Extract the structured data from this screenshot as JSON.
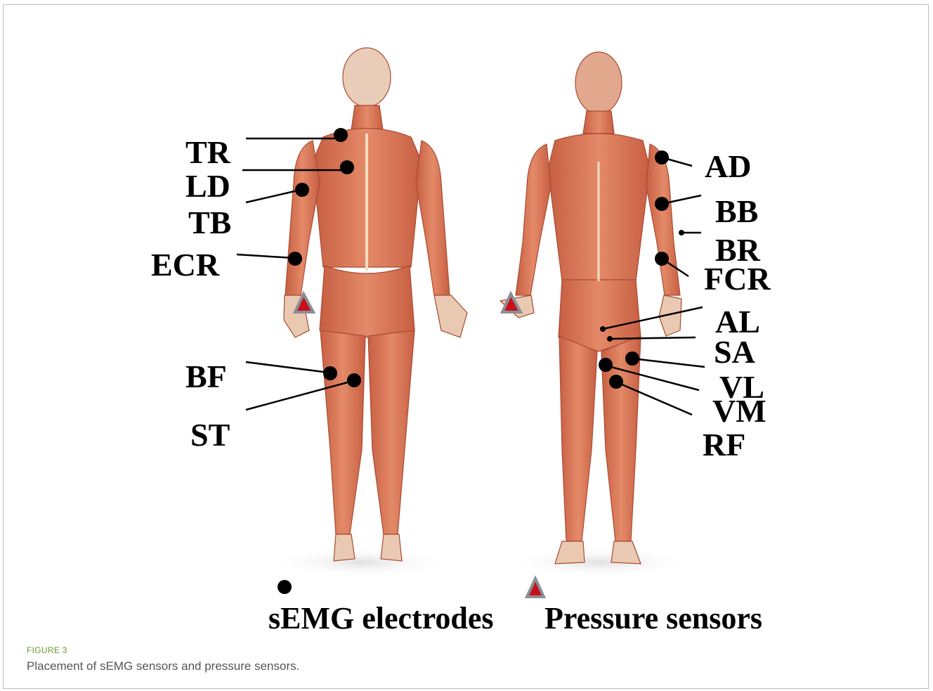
{
  "figure": {
    "label": "FIGURE 3",
    "caption": "Placement of sEMG sensors and pressure sensors."
  },
  "back_view": {
    "labels": [
      "TR",
      "LD",
      "TB",
      "ECR",
      "BF",
      "ST"
    ]
  },
  "front_view": {
    "labels": [
      "AD",
      "BB",
      "BR",
      "FCR",
      "AL",
      "SA",
      "VL",
      "VM",
      "RF"
    ]
  },
  "legend": {
    "electrodes": "sEMG electrodes",
    "pressure": "Pressure sensors"
  },
  "colors": {
    "muscle": "#d9785a",
    "muscle_dark": "#b9533a",
    "tendon": "#efe2c8",
    "marker": "#000000",
    "sensor_fill": "#c8101a",
    "sensor_stroke": "#8a8f98"
  }
}
